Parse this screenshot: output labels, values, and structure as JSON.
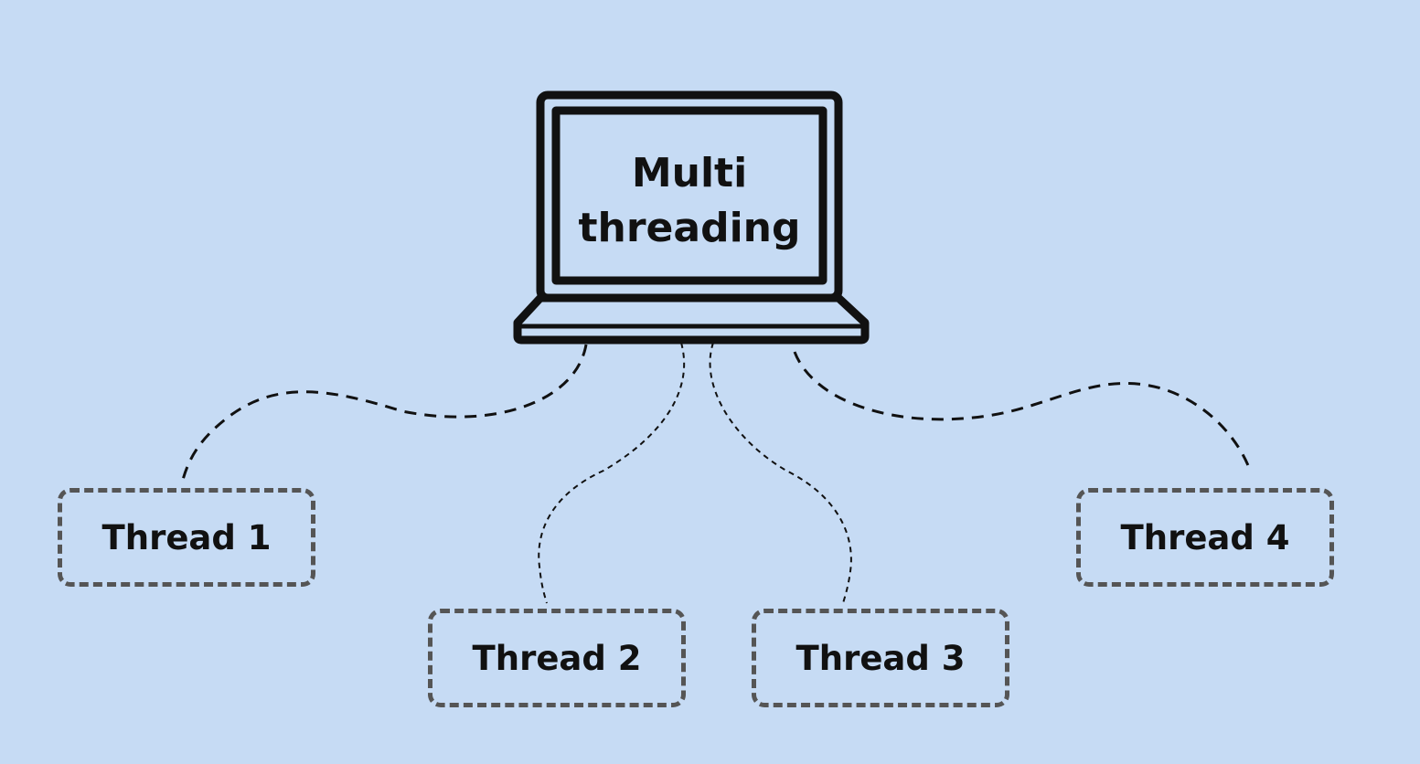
{
  "diagram": {
    "center_title_line1": "Multi",
    "center_title_line2": "threading",
    "threads": [
      {
        "label": "Thread 1"
      },
      {
        "label": "Thread 2"
      },
      {
        "label": "Thread 3"
      },
      {
        "label": "Thread 4"
      }
    ],
    "icon": "laptop-icon",
    "colors": {
      "background": "#c6dbf4",
      "outline": "#111111",
      "box_border": "#555555"
    }
  }
}
